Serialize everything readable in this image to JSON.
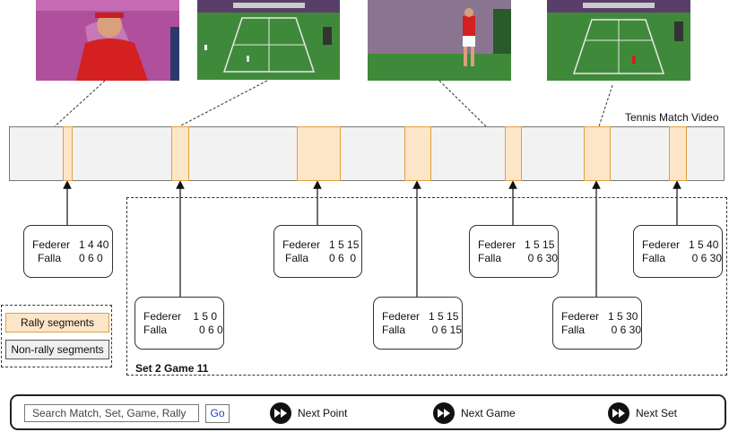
{
  "video_label": "Tennis Match Video",
  "score_boxes": [
    {
      "p1_name": "Federer",
      "p1_score": "1 4 40",
      "p2_name": "Falla",
      "p2_score": "0 6 0"
    },
    {
      "p1_name": "Federer",
      "p1_score": " 1 5 0",
      "p2_name": "Falla",
      "p2_score": "   0 6 0"
    },
    {
      "p1_name": "Federer",
      "p1_score": "1 5 15",
      "p2_name": "Falla",
      "p2_score": "0 6  0"
    },
    {
      "p1_name": "Federer",
      "p1_score": "1 5 15",
      "p2_name": "Falla",
      "p2_score": "  0 6 15"
    },
    {
      "p1_name": "Federer",
      "p1_score": "1 5 15",
      "p2_name": "Falla",
      "p2_score": "  0 6 30"
    },
    {
      "p1_name": "Federer",
      "p1_score": "1 5 30",
      "p2_name": "Falla",
      "p2_score": "  0 6 30"
    },
    {
      "p1_name": "Federer",
      "p1_score": "1 5 40",
      "p2_name": "Falla",
      "p2_score": "  0 6 30"
    }
  ],
  "game_label": "Set 2 Game 11",
  "legend": {
    "rally": "Rally segments",
    "nonrally": "Non-rally segments"
  },
  "controls": {
    "search_placeholder": "Search Match, Set, Game, Rally",
    "go_label": "Go",
    "next_point": "Next Point",
    "next_game": "Next Game",
    "next_set": "Next Set"
  },
  "colors": {
    "rally_fill": "#fde5c7",
    "rally_border": "#e0a040",
    "nonrally_fill": "#f2f2f2",
    "grass": "#3f8a3a",
    "crowd": "#7a4a8a"
  },
  "icons": {
    "nav": "fast-forward-icon"
  }
}
